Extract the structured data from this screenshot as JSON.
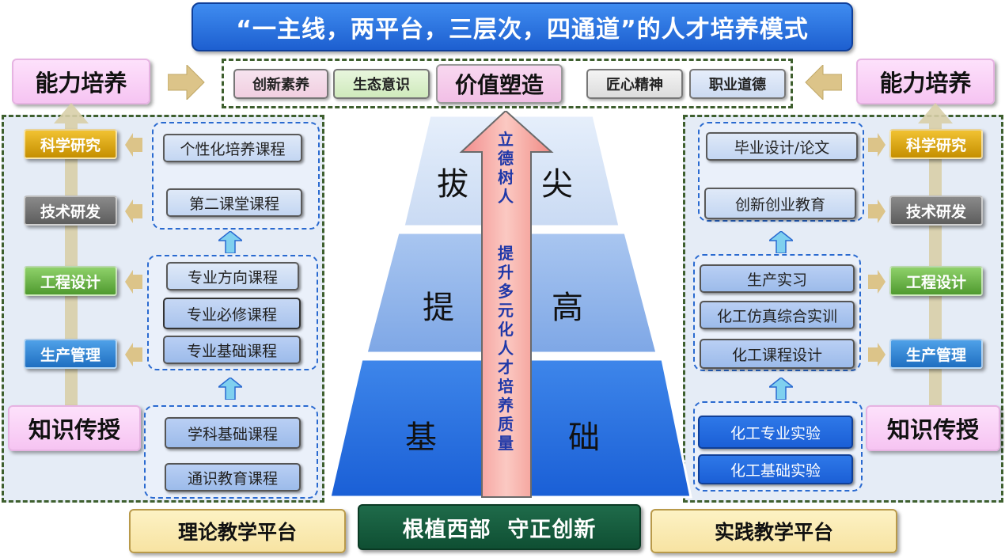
{
  "title": "“一主线，两平台，三层次，四通道”的人才培养模式",
  "value_row": {
    "left_tags": [
      "创新素养",
      "生态意识"
    ],
    "center": "价值塑造",
    "right_tags": [
      "匠心精神",
      "职业道德"
    ]
  },
  "ability_cultivation": "能力培养",
  "knowledge_transfer": "知识传授",
  "abilities": [
    "科学研究",
    "技术研发",
    "工程设计",
    "生产管理"
  ],
  "left_courses": {
    "top": [
      "个性化培养课程",
      "第二课堂课程"
    ],
    "middle": [
      "专业方向课程",
      "专业必修课程",
      "专业基础课程"
    ],
    "bottom": [
      "学科基础课程",
      "通识教育课程"
    ]
  },
  "right_courses": {
    "top": [
      "毕业设计/论文",
      "创新创业教育"
    ],
    "middle": [
      "生产实习",
      "化工仿真综合实训",
      "化工课程设计"
    ],
    "bottom": [
      "化工专业实验",
      "化工基础实验"
    ]
  },
  "pyramid": {
    "top": [
      "拔",
      "尖"
    ],
    "middle": [
      "提",
      "高"
    ],
    "bottom": [
      "基",
      "础"
    ]
  },
  "arrow_text": {
    "part1": "立德树人",
    "part2": "提升多元化人才培养质量"
  },
  "bottom": {
    "left_platform": "理论教学平台",
    "motto": "根植西部  守正创新",
    "right_platform": "实践教学平台"
  }
}
